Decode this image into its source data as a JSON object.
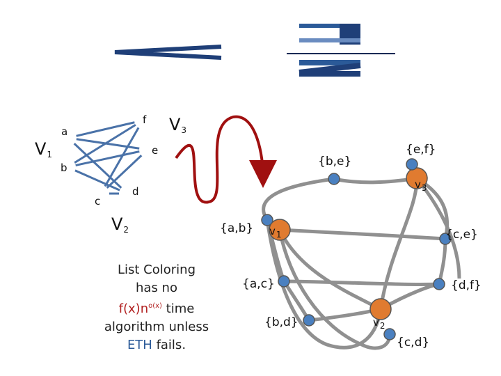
{
  "header": {
    "symbol": "<",
    "fraction_numerator": "1",
    "fraction_denominator": "2"
  },
  "left_graph": {
    "vertices": [
      "a",
      "b",
      "c",
      "d",
      "e",
      "f"
    ],
    "parts": {
      "v1": {
        "base": "V",
        "sub": "1"
      },
      "v2": {
        "base": "V",
        "sub": "2"
      },
      "v3": {
        "base": "V",
        "sub": "3"
      }
    },
    "edge_color": "#4a72a8",
    "vertex_fill": "#ffffff"
  },
  "right_graph": {
    "labels": {
      "ab": "{a,b}",
      "ac": "{a,c}",
      "bd": "{b,d}",
      "be": "{b,e}",
      "ef": "{e,f}",
      "ce": "{c,e}",
      "df": "{d,f}",
      "cd": "{c,d}"
    },
    "special": {
      "v1": {
        "base": "v",
        "sub": "1"
      },
      "v2": {
        "base": "v",
        "sub": "2"
      },
      "v3": {
        "base": "v",
        "sub": "3"
      }
    },
    "vertex_color": "#4a80c0",
    "special_color": "#e07b30",
    "edge_color": "#909090"
  },
  "arrow_color": "#a01010",
  "caption": {
    "line1": "List Coloring",
    "line2": "has no",
    "line3_a": "f(x)n",
    "line3_sup": "o(x)",
    "line3_b": " time",
    "line4": "algorithm unless",
    "line5_a": "ETH",
    "line5_b": " fails."
  }
}
